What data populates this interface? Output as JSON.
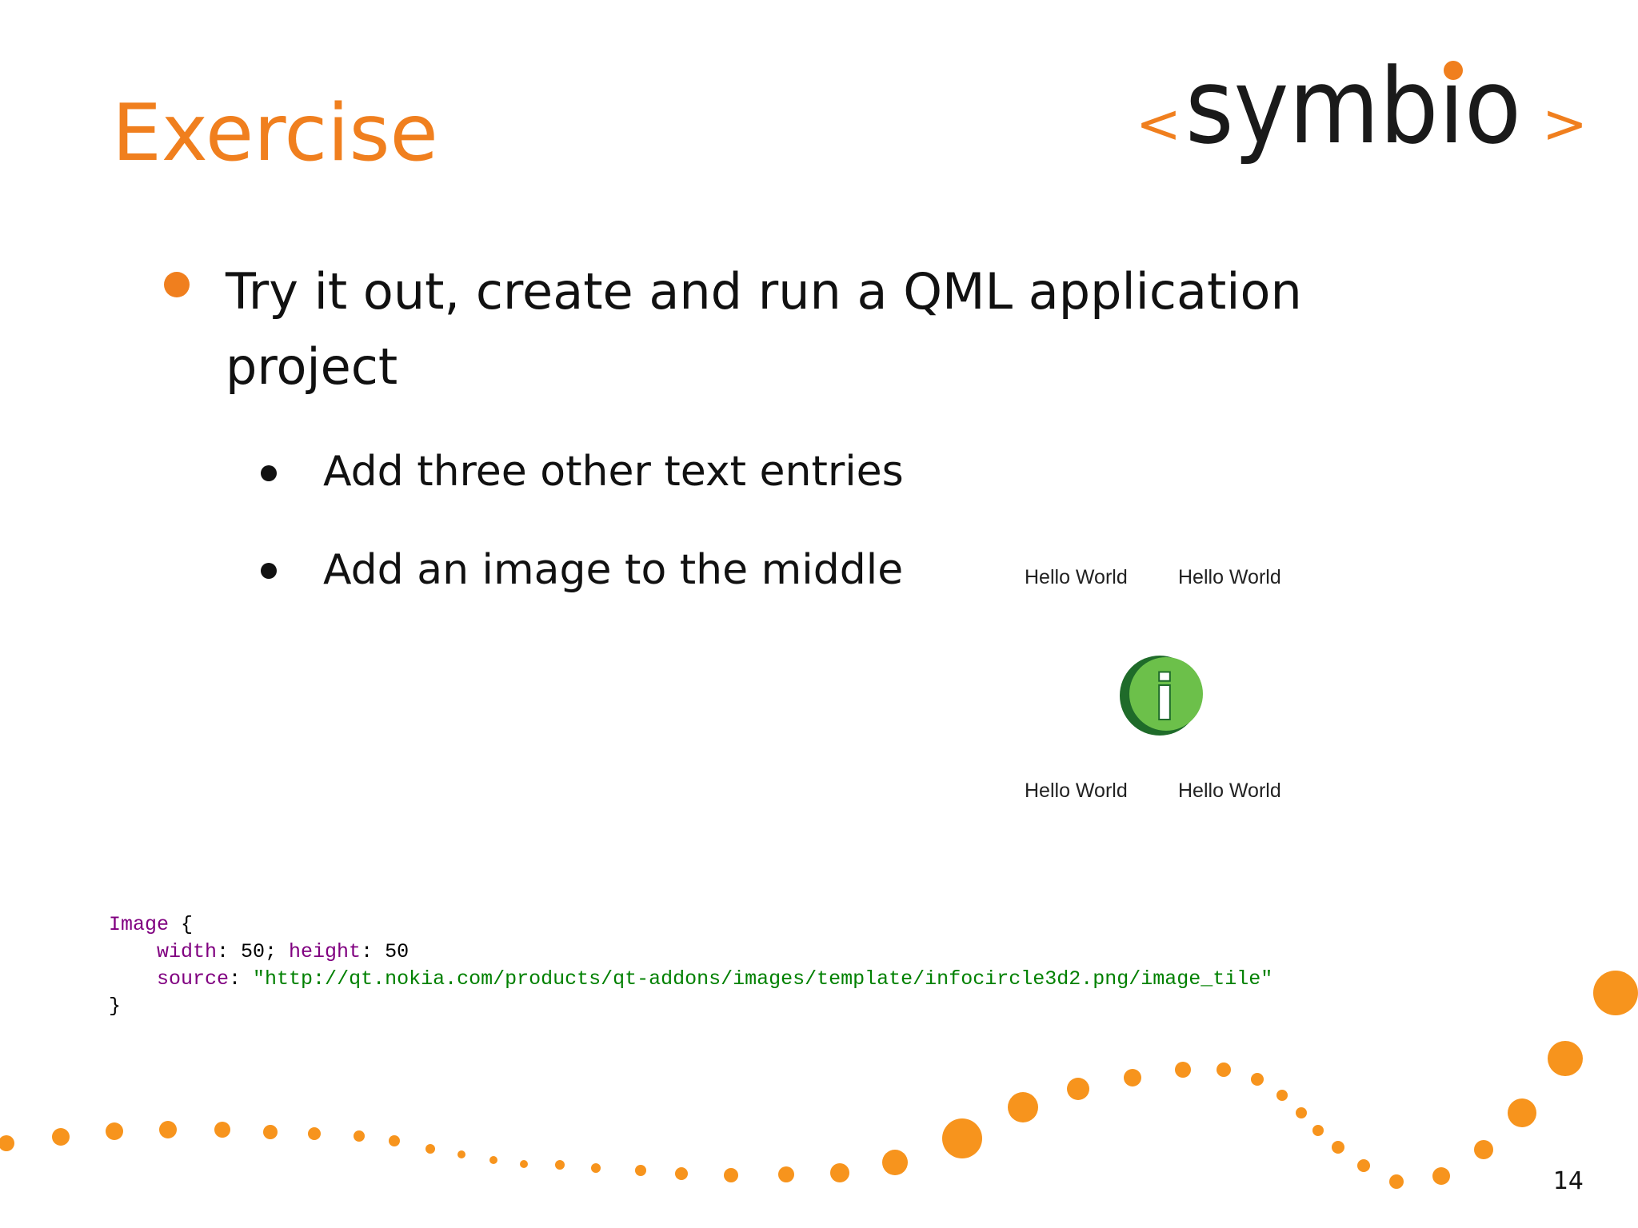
{
  "slide": {
    "title": "Exercise",
    "page_number": "14",
    "logo": {
      "text": "symbio",
      "left_bracket": "<",
      "right_bracket": ">",
      "accent_color": "#f07f1e",
      "text_color": "#1a1a1a"
    },
    "bullets": {
      "main": "Try it out, create and run a QML application project",
      "sub": [
        "Add three other text entries",
        "Add an image to the middle"
      ]
    },
    "preview": {
      "labels": [
        "Hello World",
        "Hello World",
        "Hello World",
        "Hello World"
      ],
      "icon": "info-circle-icon",
      "icon_letter": "i"
    },
    "code": {
      "line1_type": "Image",
      "line1_brace": " {",
      "line2_prop1": "width",
      "line2_val1": ": 50; ",
      "line2_prop2": "height",
      "line2_val2": ": 50",
      "line3_prop": "source",
      "line3_sep": ": ",
      "line3_string": "\"http://qt.nokia.com/products/qt-addons/images/template/infocircle3d2.png/image_tile\"",
      "line4": "}"
    },
    "colors": {
      "accent": "#f07f1e",
      "text": "#111111",
      "code_keyword": "#800080",
      "code_string": "#008000",
      "icon_green": "#6cc04a",
      "icon_dark_green": "#1f6b2a"
    }
  }
}
